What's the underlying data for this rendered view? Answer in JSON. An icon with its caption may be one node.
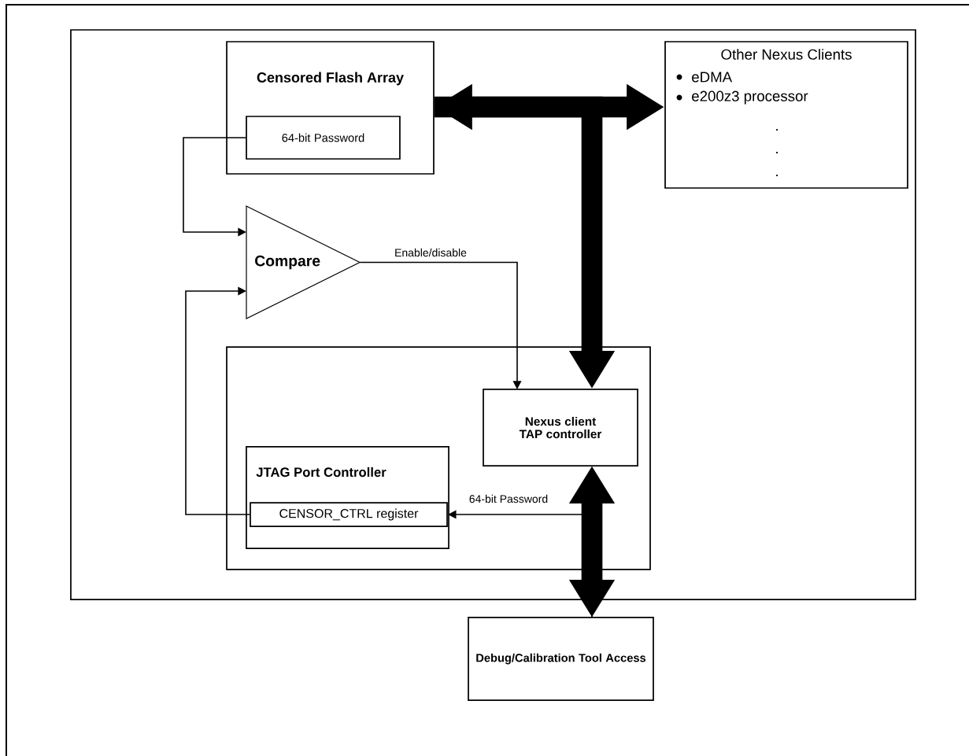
{
  "diagram": {
    "nodes": [
      {
        "text": [],
        "shape": "box"
      },
      {
        "text": [
          "Censored Flash Array"
        ],
        "in": 0
      },
      {
        "text": [
          "64-bit Password"
        ],
        "in": 1
      },
      {
        "text": [
          "Other Nexus Clients",
          "eDMA",
          "e200z3 processor",
          ".",
          ".",
          "."
        ],
        "in": 0
      },
      {
        "text": [
          "Compare"
        ],
        "in": 0
      },
      {
        "text": [],
        "shape": "box",
        "in": 0
      },
      {
        "text": [
          "Nexus client TAP controller"
        ],
        "in": 5
      },
      {
        "text": [
          "JTAG Port Controller"
        ],
        "in": 5
      },
      {
        "text": [
          "CENSOR_CTRL register"
        ],
        "in": 7
      },
      {
        "text": [
          "Debug/Calibration Tool Access"
        ]
      }
    ],
    "edges": [
      {
        "from": 1,
        "to": 3,
        "arrow": "both",
        "style": "thick"
      },
      {
        "from": 1,
        "to": 6,
        "arrow": "to",
        "style": "thick"
      },
      {
        "from": 6,
        "to": 9,
        "arrow": "both",
        "style": "thick"
      },
      {
        "from": 2,
        "to": 4,
        "arrow": "to"
      },
      {
        "from": 8,
        "to": 4,
        "arrow": "to"
      },
      {
        "from": 4,
        "to": 6,
        "arrow": "to",
        "label": "Enable/disable"
      },
      {
        "from": 9,
        "to": 8,
        "arrow": "to",
        "label": "64-bit Password"
      }
    ]
  }
}
